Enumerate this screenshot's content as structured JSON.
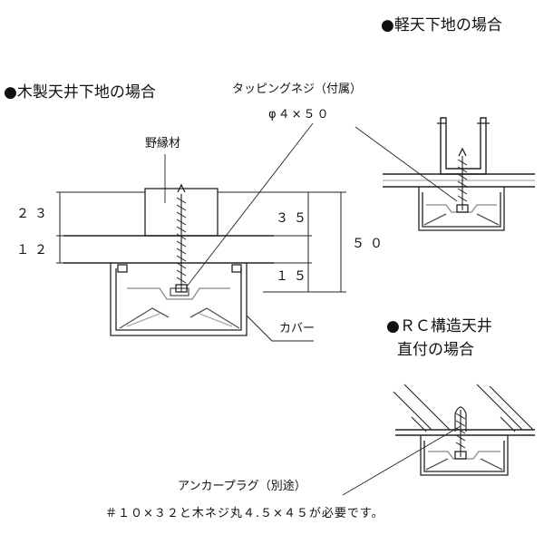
{
  "headings": {
    "light_ceiling": "●軽天下地の場合",
    "wood_ceiling": "●木製天井下地の場合",
    "rc_ceiling_1": "●ＲＣ構造天井",
    "rc_ceiling_2": "直付の場合"
  },
  "labels": {
    "screw": "タッピングネジ（付属）",
    "screw_size": "φ４×５０",
    "joist": "野縁材",
    "cover": "カバー",
    "anchor": "アンカープラグ（別途）",
    "requirement": "＃１０×３２と木ネジ丸４.５×４５が必要です。"
  },
  "dimensions": {
    "d23": "２３",
    "d12": "１２",
    "d35": "３５",
    "d15": "１５",
    "d50": "５０"
  },
  "colors": {
    "line": "#222222",
    "gray": "#9a9a9a",
    "background": "#ffffff"
  }
}
